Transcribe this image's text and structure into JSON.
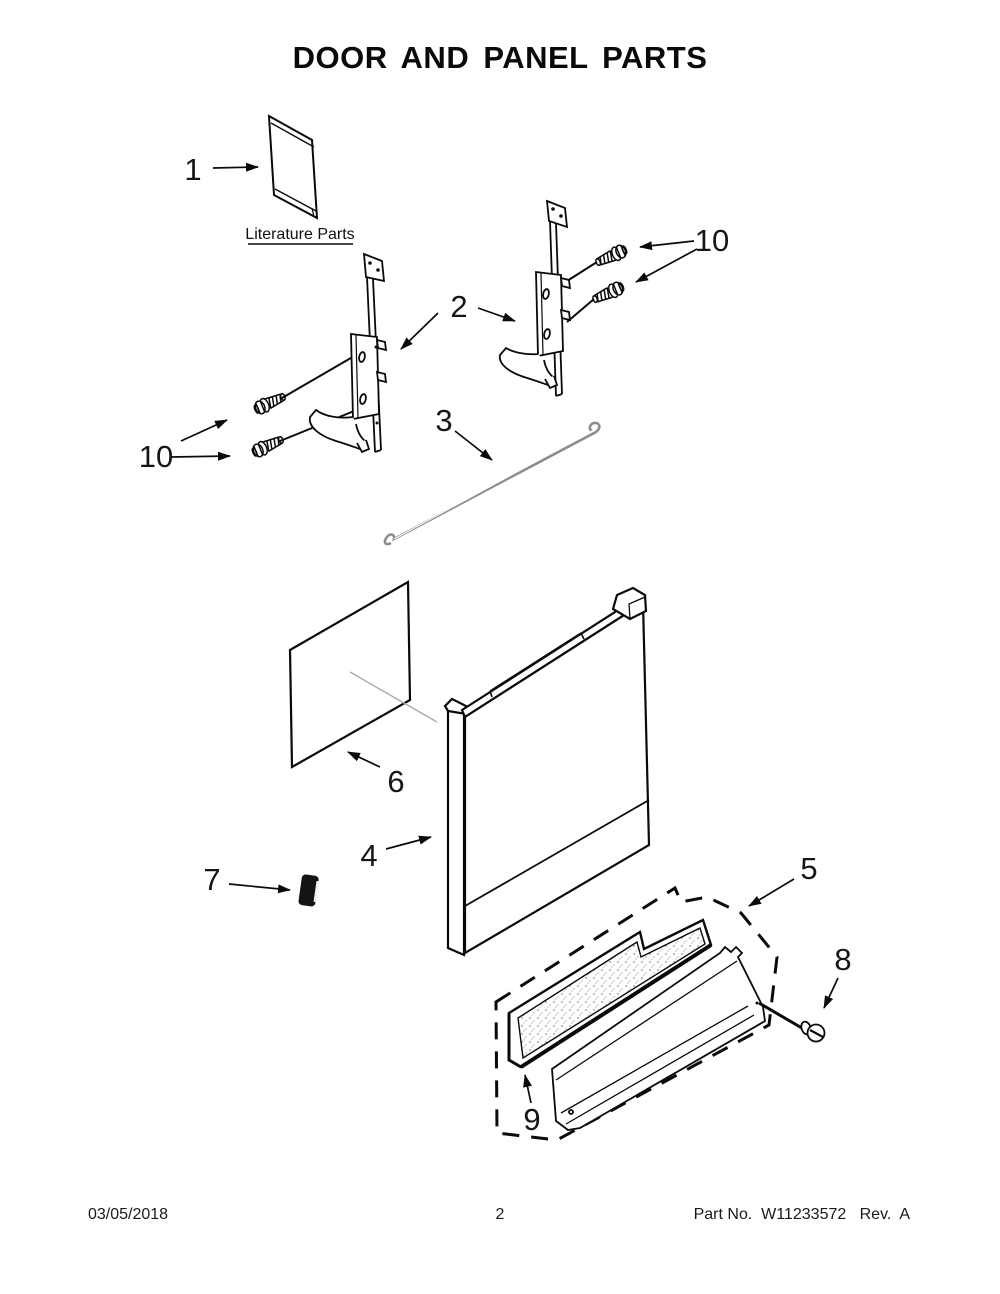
{
  "title": "DOOR AND PANEL PARTS",
  "diagram": {
    "literature_caption": "Literature Parts",
    "callouts": [
      {
        "label": "1",
        "part": "literature-book"
      },
      {
        "label": "2",
        "part": "door-hinge-brackets"
      },
      {
        "label": "3",
        "part": "door-link-wire"
      },
      {
        "label": "4",
        "part": "door-outer-panel"
      },
      {
        "label": "5",
        "part": "lower-access-panel-assembly"
      },
      {
        "label": "6",
        "part": "door-insulation-sheet"
      },
      {
        "label": "7",
        "part": "clip-vent"
      },
      {
        "label": "8",
        "part": "access-panel-screw"
      },
      {
        "label": "9",
        "part": "access-panel-insulation"
      },
      {
        "label": "10",
        "part": "hinge-screws-right"
      },
      {
        "label": "10",
        "part": "hinge-screws-left"
      }
    ]
  },
  "footer": {
    "date": "03/05/2018",
    "page_number": "2",
    "part_info": "Part No.  W11233572   Rev.  A"
  },
  "colors": {
    "line": "#0a0a0a",
    "faint_line": "#9a9a9a",
    "background": "#ffffff"
  }
}
